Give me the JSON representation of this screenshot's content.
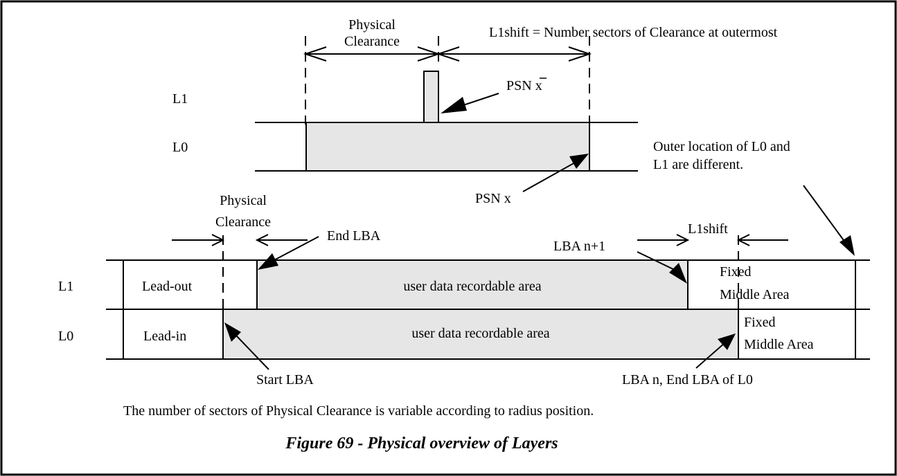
{
  "upper": {
    "physical_clearance_line1": "Physical",
    "physical_clearance_line2": "Clearance",
    "l1shift_definition": "L1shift = Number sectors of Clearance at outermost",
    "layer_l1": "L1",
    "layer_l0": "L0",
    "psn_x_bar_prefix": "PSN ",
    "psn_x_bar_var": "x",
    "psn_x": "PSN x"
  },
  "note": {
    "line1": "Outer location of L0 and",
    "line2": "L1 are different."
  },
  "lower": {
    "physical_clearance_line1": "Physical",
    "physical_clearance_line2": "Clearance",
    "end_lba": "End LBA",
    "lba_n_plus_1": "LBA n+1",
    "l1shift": "L1shift",
    "layer_l1": "L1",
    "layer_l0": "L0",
    "lead_out": "Lead-out",
    "lead_in": "Lead-in",
    "l1_user_area": "user data recordable area",
    "l0_user_area": "user data recordable area",
    "l1_fixed_line1": "Fixed",
    "l1_fixed_line2": "Middle Area",
    "l0_fixed_line1": "Fixed",
    "l0_fixed_line2": "Middle Area",
    "start_lba": "Start LBA",
    "lba_n_end": "LBA n, End LBA of L0"
  },
  "footnote": "The number of sectors of Physical Clearance is variable according to radius position.",
  "caption": "Figure 69 - Physical overview of Layers"
}
